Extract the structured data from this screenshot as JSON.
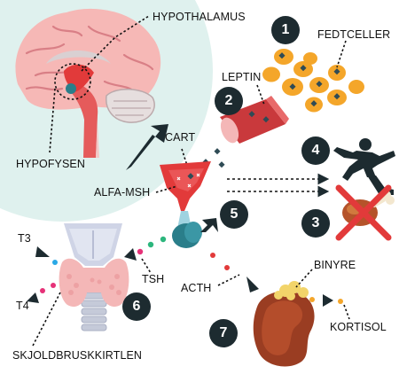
{
  "labels": {
    "hypothalamus": "HYPOTHALAMUS",
    "hypofysen": "HYPOFYSEN",
    "fedtceller": "FEDTCELLER",
    "leptin": "LEPTIN",
    "cart": "CART",
    "alfa_msh": "ALFA-MSH",
    "tsh": "TSH",
    "t3": "T3",
    "t4": "T4",
    "acth": "ACTH",
    "binyre": "BINYRE",
    "kortisol": "KORTISOL",
    "skjoldbruskkirtlen": "SKJOLDBRUSKKIRTLEN"
  },
  "badges": [
    "1",
    "2",
    "3",
    "4",
    "5",
    "6",
    "7"
  ],
  "icons": {
    "brain": "brain-icon",
    "fat_cells": "fat-cells-icon",
    "muscle": "leptin-muscle-icon",
    "hypothalamus_neuron": "neuron-icon",
    "pituitary": "pituitary-icon",
    "fighter": "martial-arts-fighter-icon",
    "food_crossed": "crossed-out-drumstick-icon",
    "thyroid": "thyroid-icon",
    "adrenal_kidney": "kidney-adrenal-icon"
  },
  "colors": {
    "teal_bg": "#dff1ee",
    "navy": "#1d2b30",
    "red": "#e23a3a",
    "orange": "#f4a62a",
    "pink": "#f4b7b7",
    "blue_dot": "#2aa9e6",
    "green_dot": "#2cb67d",
    "magenta_dot": "#e63178"
  }
}
